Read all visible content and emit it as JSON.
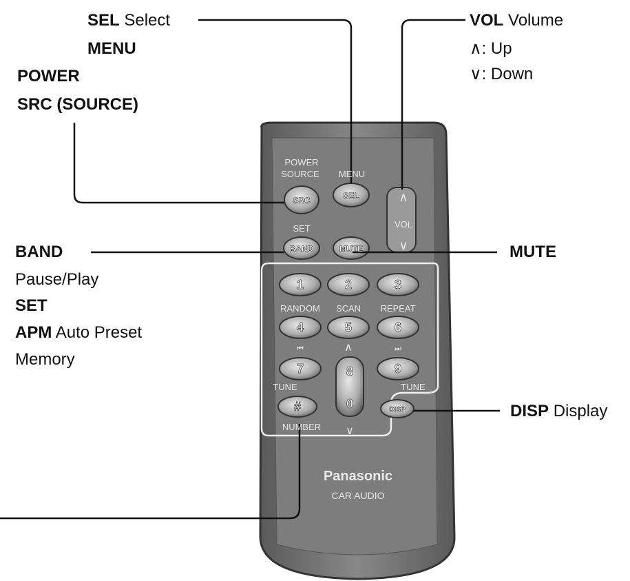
{
  "labels": {
    "sel": {
      "key": "SEL",
      "desc": "Select"
    },
    "menu": "MENU",
    "power": "POWER",
    "src": "SRC (SOURCE)",
    "band": "BAND",
    "pause_play": "Pause/Play",
    "set": "SET",
    "apm": {
      "key": "APM",
      "desc": "Auto Preset"
    },
    "memory": "Memory",
    "vol": {
      "key": "VOL",
      "desc": "Volume"
    },
    "up": "∧: Up",
    "down": "∨: Down",
    "mute": "MUTE",
    "disp": {
      "key": "DISP",
      "desc": "Display"
    }
  },
  "remote": {
    "power": "POWER",
    "source": "SOURCE",
    "menu": "MENU",
    "src_btn": "SRC",
    "sel_btn": "SEL",
    "set": "SET",
    "band_btn": "BAND",
    "mute_btn": "MUTE",
    "vol": "VOL",
    "vol_up": "∧",
    "vol_down": "∨",
    "num1": "1",
    "num2": "2",
    "num3": "3",
    "random": "RANDOM",
    "scan": "SCAN",
    "repeat": "REPEAT",
    "num4": "4",
    "num5": "5",
    "num6": "6",
    "prev": "⏮",
    "next": "⏭",
    "up_arrow": "∧",
    "num7": "7",
    "num8": "8",
    "num9": "9",
    "num0": "0",
    "tune_left": "TUNE",
    "tune_right": "TUNE",
    "hash": "#",
    "number": "NUMBER",
    "down_arrow": "∨",
    "disp_btn": "DISP",
    "brand": "Panasonic",
    "sub": "CAR AUDIO"
  }
}
